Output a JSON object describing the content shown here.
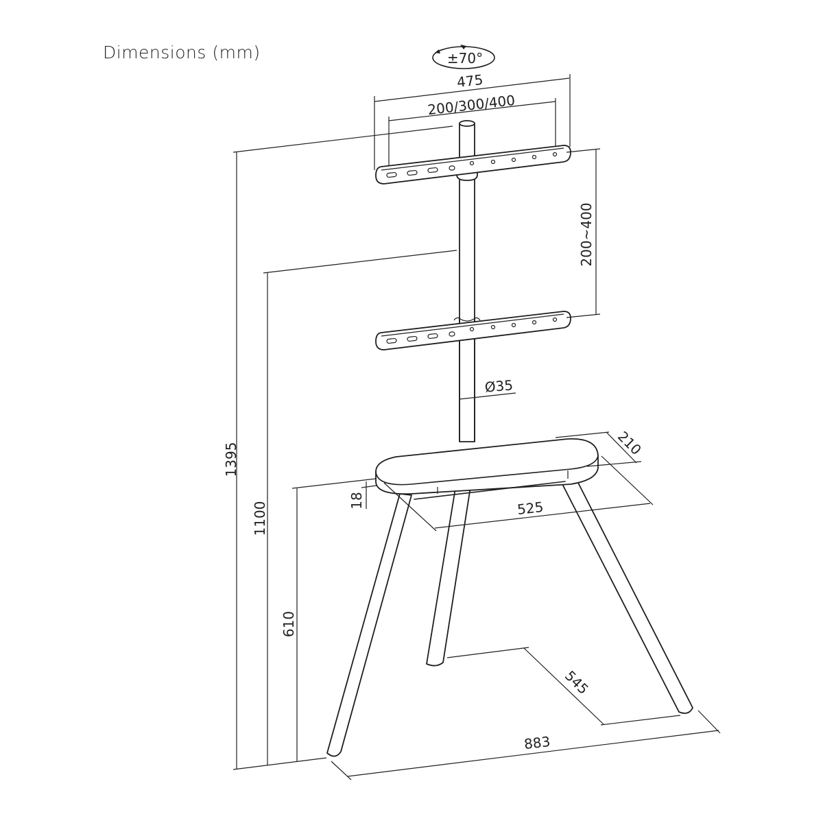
{
  "title": "Dimensions (mm)",
  "colors": {
    "line": "#1e1e1e",
    "text": "#222222",
    "background": "#ffffff"
  },
  "dimensions": {
    "rotation": "±70°",
    "bracket_width": "475",
    "vesa_width": "200/300/400",
    "vesa_height": "200~400",
    "pole_diameter": "Ø35",
    "shelf_depth": "210",
    "shelf_width": "525",
    "shelf_thickness": "18",
    "total_height": "1395",
    "height_1100": "1100",
    "shelf_height": "610",
    "rear_leg_spread": "545",
    "base_width": "883"
  }
}
